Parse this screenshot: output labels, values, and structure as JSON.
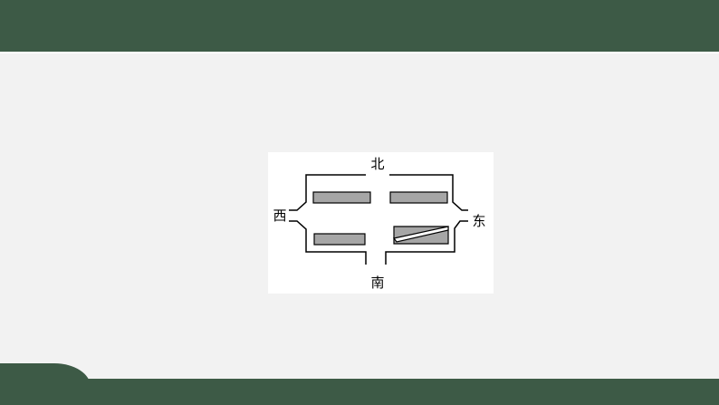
{
  "slide": {
    "header_color": "#3d5a46",
    "background_color": "#f2f2f2"
  },
  "diagram": {
    "labels": {
      "north": "北",
      "south": "南",
      "west": "西",
      "east": "东"
    },
    "block_fill": "#a6a6a6",
    "line_color": "#000000"
  }
}
